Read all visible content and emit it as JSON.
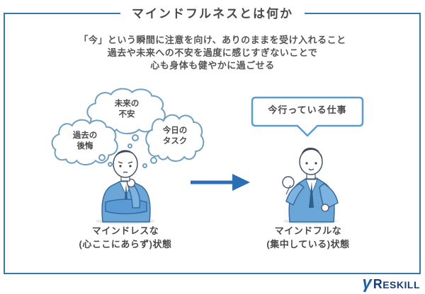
{
  "title": "マインドフルネスとは何か",
  "intro": {
    "line1": "「今」という瞬間に注意を向け、ありのままを受け入れること",
    "line2": "過去や未来への不安を過度に感じすぎないことで",
    "line3": "心も身体も健やかに過ごせる"
  },
  "left": {
    "bubble_future": {
      "line1": "未来の",
      "line2": "不安"
    },
    "bubble_past": {
      "line1": "過去の",
      "line2": "後悔"
    },
    "bubble_today": {
      "line1": "今日の",
      "line2": "タスク"
    },
    "caption_line1": "マインドレスな",
    "caption_line2": "(心ここにあらず)状態"
  },
  "right": {
    "speech_bubble": "今行っている仕事",
    "caption_line1": "マインドフルな",
    "caption_line2": "(集中している)状態"
  },
  "logo": {
    "mark": "γ",
    "name_initial": "R",
    "name_rest": "ESKILL"
  },
  "colors": {
    "frame_border": "#3579ad",
    "arrow_blue": "#2b6eb4",
    "cloud_stroke": "#6f9ec2",
    "speech_stroke": "#5b9bd5",
    "suit_blue": "#6aa6d8",
    "logo_navy": "#173f7d",
    "text_gray": "#4a4a4a"
  }
}
